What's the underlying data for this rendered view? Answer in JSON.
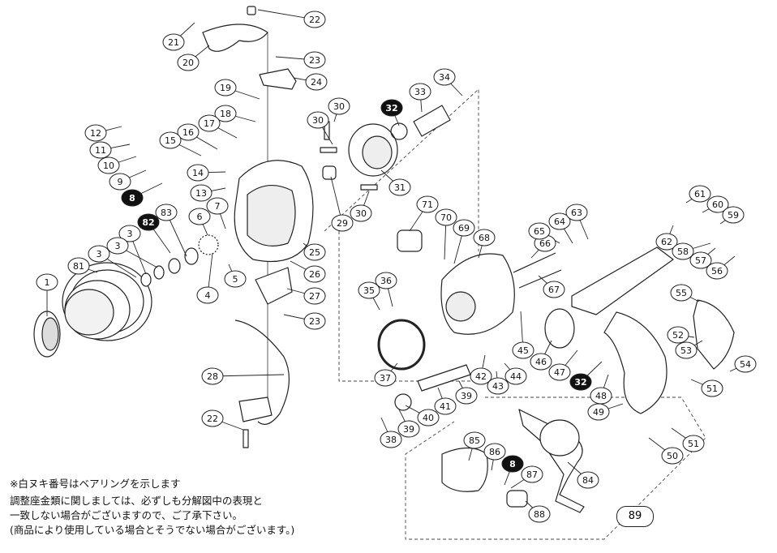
{
  "labels": [
    {
      "n": "22",
      "b": false
    },
    {
      "n": "21",
      "b": false
    },
    {
      "n": "20",
      "b": false
    },
    {
      "n": "23",
      "b": false
    },
    {
      "n": "24",
      "b": false
    },
    {
      "n": "19",
      "b": false
    },
    {
      "n": "18",
      "b": false
    },
    {
      "n": "17",
      "b": false
    },
    {
      "n": "16",
      "b": false
    },
    {
      "n": "15",
      "b": false
    },
    {
      "n": "12",
      "b": false
    },
    {
      "n": "11",
      "b": false
    },
    {
      "n": "10",
      "b": false
    },
    {
      "n": "9",
      "b": false
    },
    {
      "n": "8",
      "b": true
    },
    {
      "n": "14",
      "b": false
    },
    {
      "n": "13",
      "b": false
    },
    {
      "n": "82",
      "b": true
    },
    {
      "n": "83",
      "b": false
    },
    {
      "n": "6",
      "b": false
    },
    {
      "n": "7",
      "b": false
    },
    {
      "n": "3",
      "b": false
    },
    {
      "n": "3",
      "b": false
    },
    {
      "n": "3",
      "b": false
    },
    {
      "n": "81",
      "b": false
    },
    {
      "n": "1",
      "b": false
    },
    {
      "n": "5",
      "b": false
    },
    {
      "n": "4",
      "b": false
    },
    {
      "n": "26",
      "b": false
    },
    {
      "n": "27",
      "b": false
    },
    {
      "n": "25",
      "b": false
    },
    {
      "n": "23",
      "b": false
    },
    {
      "n": "28",
      "b": false
    },
    {
      "n": "22",
      "b": false
    },
    {
      "n": "30",
      "b": false
    },
    {
      "n": "30",
      "b": false
    },
    {
      "n": "32",
      "b": true
    },
    {
      "n": "33",
      "b": false
    },
    {
      "n": "34",
      "b": false
    },
    {
      "n": "31",
      "b": false
    },
    {
      "n": "29",
      "b": false
    },
    {
      "n": "30",
      "b": false
    },
    {
      "n": "71",
      "b": false
    },
    {
      "n": "70",
      "b": false
    },
    {
      "n": "69",
      "b": false
    },
    {
      "n": "68",
      "b": false
    },
    {
      "n": "66",
      "b": false
    },
    {
      "n": "65",
      "b": false
    },
    {
      "n": "64",
      "b": false
    },
    {
      "n": "63",
      "b": false
    },
    {
      "n": "67",
      "b": false
    },
    {
      "n": "35",
      "b": false
    },
    {
      "n": "36",
      "b": false
    },
    {
      "n": "37",
      "b": false
    },
    {
      "n": "42",
      "b": false
    },
    {
      "n": "43",
      "b": false
    },
    {
      "n": "44",
      "b": false
    },
    {
      "n": "45",
      "b": false
    },
    {
      "n": "46",
      "b": false
    },
    {
      "n": "47",
      "b": false
    },
    {
      "n": "32",
      "b": true
    },
    {
      "n": "48",
      "b": false
    },
    {
      "n": "49",
      "b": false
    },
    {
      "n": "61",
      "b": false
    },
    {
      "n": "60",
      "b": false
    },
    {
      "n": "59",
      "b": false
    },
    {
      "n": "62",
      "b": false
    },
    {
      "n": "58",
      "b": false
    },
    {
      "n": "57",
      "b": false
    },
    {
      "n": "56",
      "b": false
    },
    {
      "n": "55",
      "b": false
    },
    {
      "n": "52",
      "b": false
    },
    {
      "n": "53",
      "b": false
    },
    {
      "n": "54",
      "b": false
    },
    {
      "n": "51",
      "b": false
    },
    {
      "n": "51",
      "b": false
    },
    {
      "n": "50",
      "b": false
    },
    {
      "n": "39",
      "b": false
    },
    {
      "n": "41",
      "b": false
    },
    {
      "n": "40",
      "b": false
    },
    {
      "n": "39",
      "b": false
    },
    {
      "n": "38",
      "b": false
    },
    {
      "n": "85",
      "b": false
    },
    {
      "n": "86",
      "b": false
    },
    {
      "n": "8",
      "b": true
    },
    {
      "n": "87",
      "b": false
    },
    {
      "n": "84",
      "b": false
    },
    {
      "n": "88",
      "b": false
    }
  ],
  "notes": {
    "line1": "※白ヌキ番号はベアリングを示します",
    "line2": "調整座金類に関しましては、必ずしも分解図中の表現と",
    "line3": "一致しない場合がございますので、ご了承下さい。",
    "line4": "(商品により使用している場合とそうでない場合がございます。)"
  },
  "page_number": "89",
  "colors": {
    "ink": "#222222",
    "bubble_fill": "#ffffff",
    "bearing_fill": "#111111"
  }
}
